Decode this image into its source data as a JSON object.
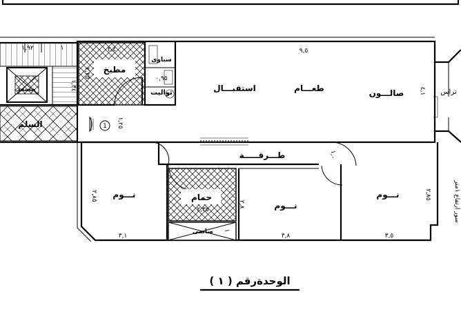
{
  "plan": {
    "caption": "الوحدةرقم ( ١ )",
    "rooms": {
      "salon": "صالـــون",
      "dining": "طعـــام",
      "reception": "استقبـــال",
      "kitchen": "مطبخ",
      "toilet": "تواليت",
      "shower": "سباوى",
      "corridor": "طـــرقـــــة",
      "bedroom_left": "نـــوم",
      "bedroom_middle": "نـــوم",
      "bedroom_right": "نـــوم",
      "bath": "حمام",
      "service": "صاصى",
      "stairs": "السلم",
      "elevator": "مصعد",
      "terrace": "تراس",
      "level_note": "سور ارتفاع ١متر"
    },
    "dims": {
      "top_left": "١,٩٢",
      "top_small": "١",
      "kitchen_width": "٢,٤",
      "kitchen_height": "٢,٢٥",
      "toilet": "٠,٩٥",
      "salon_width": "٩,٥",
      "salon_height": "٤,١",
      "elevator_side": "١,٣٤",
      "entry": "١,٢٥",
      "corridor_height": "١,٠",
      "bed_left_height": "٢,٨٥",
      "bed_left_width": "٣,١",
      "bath_width": "٢,٣٥",
      "bath_height": "٢,٨",
      "bed_middle_width": "٣,٨",
      "bed_right_width": "٣,٥",
      "bed_right_height": "٢,٨٥",
      "service_dim": "١"
    },
    "marker": "1"
  }
}
